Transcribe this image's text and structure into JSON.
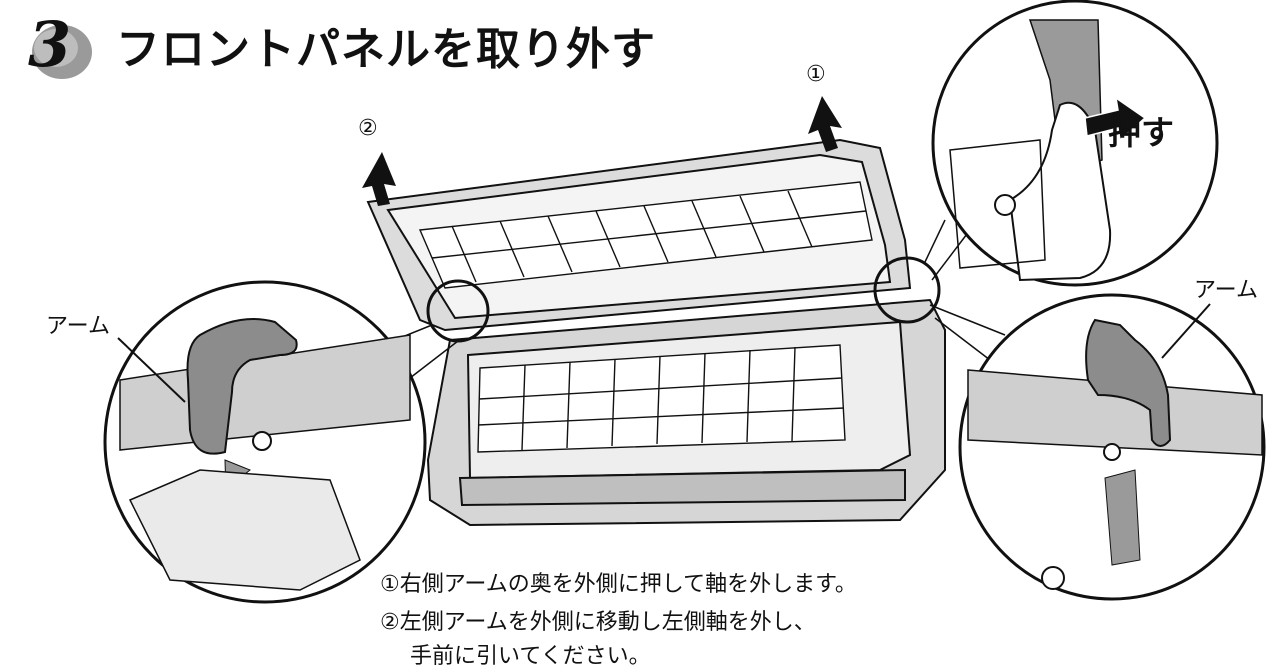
{
  "step": {
    "number": "3",
    "title": "フロントパネルを取り外す"
  },
  "callouts": {
    "marker_1": "①",
    "marker_2": "②",
    "arm_left": "アーム",
    "arm_right": "アーム",
    "push": "押す"
  },
  "instructions": [
    "①右側アームの奥を外側に押して軸を外します。",
    "②左側アームを外側に移動し左側軸を外し、",
    "手前に引いてください。"
  ],
  "colors": {
    "ink": "#111111",
    "arm_gray": "#8c8c8c",
    "panel_gray": "#c8c8c8",
    "badge_gray": "#9a9a9a"
  }
}
